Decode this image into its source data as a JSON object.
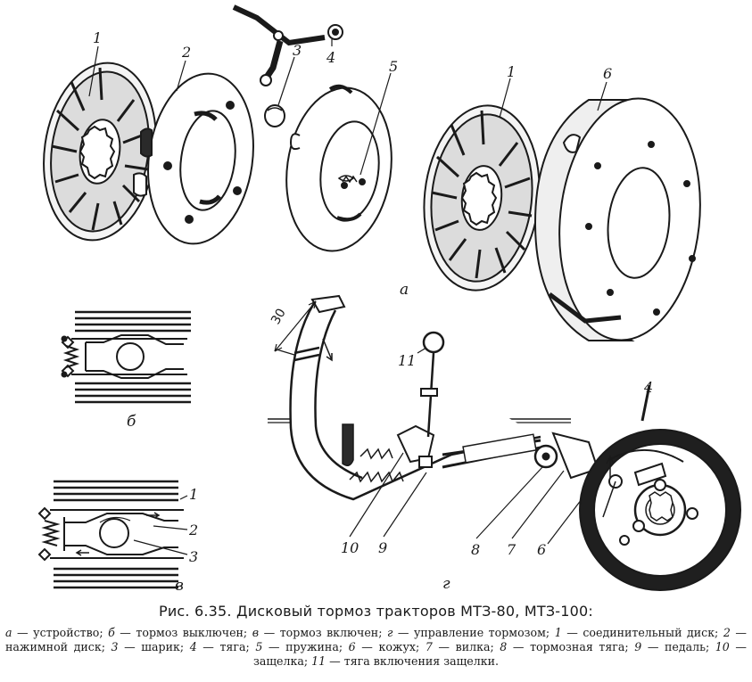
{
  "panel_letters": {
    "a": "а",
    "b": "б",
    "v": "в",
    "g": "г"
  },
  "callouts": {
    "c1_disc": "1",
    "c2_pressure_disc": "2",
    "c3_ball": "3",
    "c4_rod": "4",
    "c5_spring": "5",
    "c1_disc_b": "1",
    "c6_housing": "6",
    "c11_latch_rod": "11",
    "c10_latch": "10",
    "c9_pedal": "9",
    "c8_brake_rod": "8",
    "c7_fork": "7",
    "c6_housing_g": "6",
    "c4_rod_g": "4",
    "v1": "1",
    "v2": "2",
    "v3": "3"
  },
  "dimension": "30",
  "caption": {
    "title": "Рис. 6.35. Дисковый тормоз тракторов МТЗ-80, МТЗ-100:",
    "legend": [
      {
        "key": "а",
        "text": " — устройство; "
      },
      {
        "key": "б",
        "text": " — тормоз выключен; "
      },
      {
        "key": "в",
        "text": " — тормоз включен; "
      },
      {
        "key": "г",
        "text": " — управление тормозом; "
      },
      {
        "key": "1",
        "text": " — соединительный диск; "
      },
      {
        "key": "2",
        "text": " — нажимной диск; "
      },
      {
        "key": "3",
        "text": " — шарик; "
      },
      {
        "key": "4",
        "text": " — тяга; "
      },
      {
        "key": "5",
        "text": " — пружина; "
      },
      {
        "key": "6",
        "text": " — кожух; "
      },
      {
        "key": "7",
        "text": " — вилка; "
      },
      {
        "key": "8",
        "text": " — тормозная тяга; "
      },
      {
        "key": "9",
        "text": " — педаль; "
      },
      {
        "key": "10",
        "text": " — защелка; "
      },
      {
        "key": "11",
        "text": " — тяга включения защелки."
      }
    ]
  },
  "colors": {
    "ink": "#1a1a1a",
    "paper": "#ffffff",
    "shade": "#3a3a3a"
  }
}
